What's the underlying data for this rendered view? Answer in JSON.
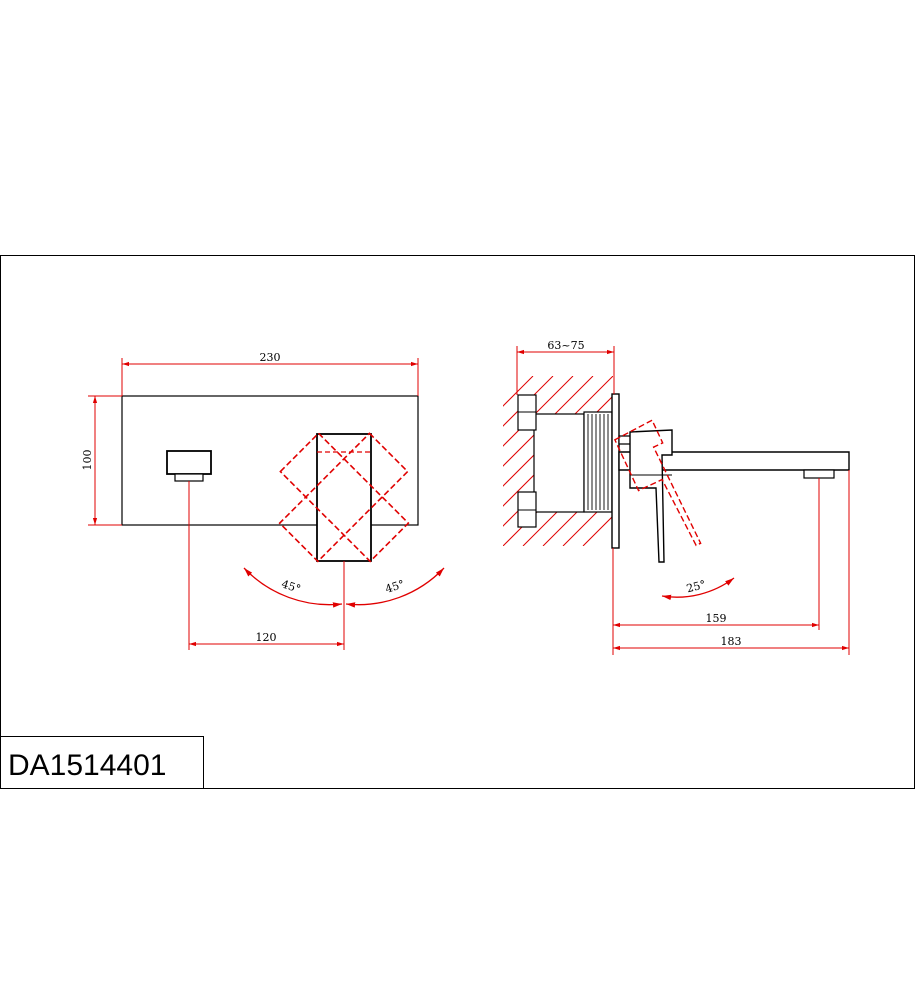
{
  "drawing": {
    "part_number": "DA1514401",
    "front_view": {
      "width_label": "230",
      "height_label": "100",
      "offset_label": "120",
      "left_angle_label": "45°",
      "right_angle_label": "45°"
    },
    "side_view": {
      "wall_depth_label": "63~75",
      "spout_reach_label": "159",
      "overall_depth_label": "183",
      "lever_angle_label": "25°"
    },
    "colors": {
      "outline": "#000000",
      "dimension": "#e00000",
      "hidden_position": "#e00000"
    }
  }
}
